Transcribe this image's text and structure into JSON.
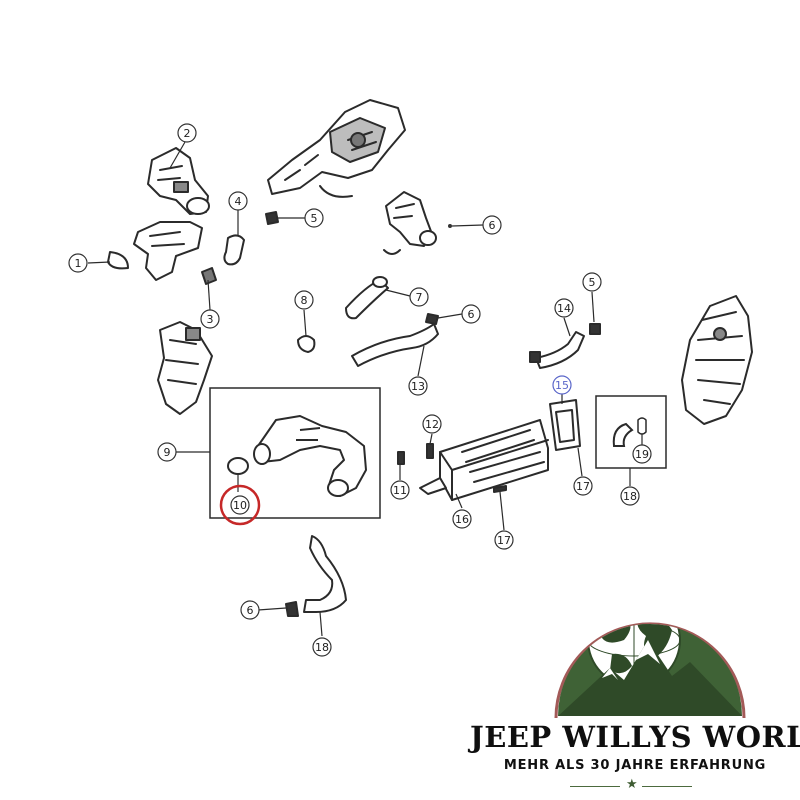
{
  "callouts": [
    "1",
    "2",
    "3",
    "4",
    "5",
    "6",
    "7",
    "8",
    "9",
    "10",
    "11",
    "12",
    "13",
    "14",
    "15",
    "16",
    "17",
    "18",
    "19"
  ],
  "highlighted_callout": "10",
  "brand": {
    "title": "JEEP WILLYS WORLD",
    "subtitle": "MEHR ALS 30 JAHRE ERFAHRUNG",
    "star_icon": "star-icon",
    "colors": {
      "green": "#3f6236",
      "dark_green": "#2f4a28",
      "rim": "#a35a58"
    }
  },
  "colors": {
    "highlight_ring": "#c62828",
    "blue_callout": "#5a66c9",
    "line_art": "#2b2b2b"
  }
}
